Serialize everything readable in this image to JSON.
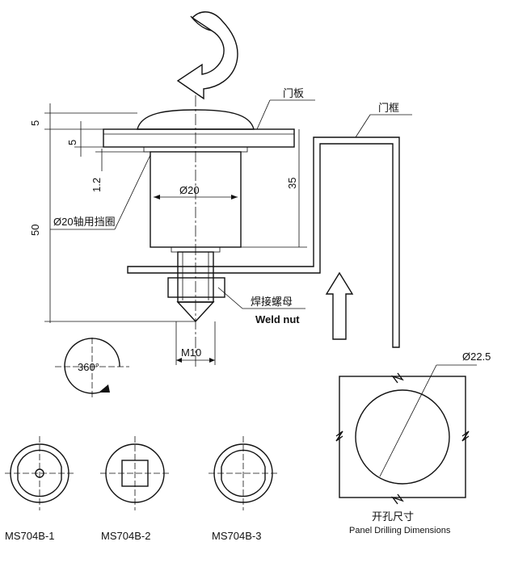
{
  "dimensions": {
    "flange_thickness": "5",
    "plate_thickness": "5",
    "washer_gap": "1.2",
    "total_height": "50",
    "body_diameter": "Ø20",
    "body_height": "35",
    "thread": "M10",
    "hole_diameter": "Ø22.5",
    "rotation": "360°"
  },
  "labels": {
    "door_panel": "门板",
    "door_frame": "门框",
    "shaft_washer": "Ø20轴用挡圈",
    "weld_nut_cn": "焊接螺母",
    "weld_nut_en": "Weld nut",
    "drilling_cn": "开孔尺寸",
    "drilling_en": "Panel Drilling Dimensions"
  },
  "variants": [
    {
      "label": "MS704B-1"
    },
    {
      "label": "MS704B-2"
    },
    {
      "label": "MS704B-3"
    }
  ],
  "colors": {
    "line": "#111111",
    "panel_fill": "#c8c8c8"
  }
}
